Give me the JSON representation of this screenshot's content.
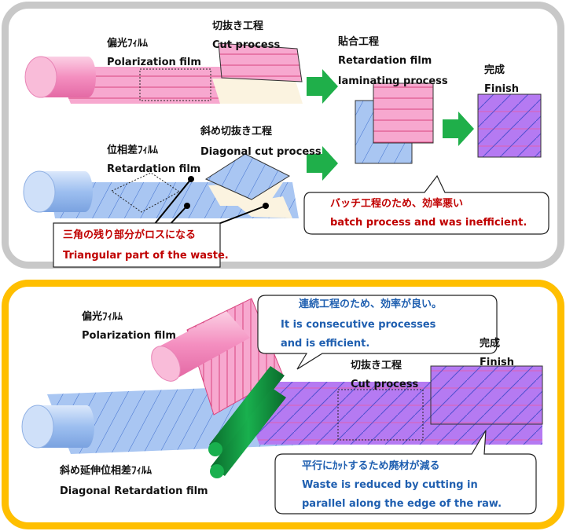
{
  "top": {
    "polarization_film_jp": "偏光ﾌｨﾙﾑ",
    "polarization_film_en": "Polarization film",
    "cut_process_jp": "切抜き工程",
    "cut_process_en": "Cut process",
    "laminate_jp": "貼合工程",
    "laminate_en_1": "Retardation film",
    "laminate_en_2": "laminating process",
    "finish_jp": "完成",
    "finish_en": "Finish",
    "retardation_film_jp": "位相差ﾌｨﾙﾑ",
    "retardation_film_en": "Retardation film",
    "diag_cut_jp": "斜め切抜き工程",
    "diag_cut_en": "Diagonal cut process",
    "waste_jp": "三角の残り部分がロスになる",
    "waste_en": "Triangular part of the waste.",
    "batch_jp": "バッチ工程のため、効率悪い",
    "batch_en": "batch process and was inefficient."
  },
  "bottom": {
    "polarization_film_jp": "偏光ﾌｨﾙﾑ",
    "polarization_film_en": "Polarization film",
    "consecutive_jp": "連続工程のため、効率が良い。",
    "consecutive_en_1": "It is consecutive processes",
    "consecutive_en_2": "and is efficient.",
    "finish_jp": "完成",
    "finish_en": "Finish",
    "cut_process_jp": "切抜き工程",
    "cut_process_en": "Cut process",
    "diag_ret_jp": "斜め延伸位相差ﾌｨﾙﾑ",
    "diag_ret_en": "Diagonal Retardation film",
    "waste_reduced_jp": "平行にｶｯﾄするため廃材が減る",
    "waste_reduced_en_1": "Waste is reduced by cutting in",
    "waste_reduced_en_2": "parallel along the edge of the raw."
  },
  "colors": {
    "pink": "#f48fc0",
    "blue": "#9dbff0",
    "purple": "#b06cf0",
    "arrow_green": "#1faf4a",
    "roller_green": "#0d8a3a",
    "red_text": "#c00000",
    "blue_text": "#1f5fb0",
    "top_frame": "#c8c8c8",
    "bottom_frame": "#ffbf00"
  }
}
